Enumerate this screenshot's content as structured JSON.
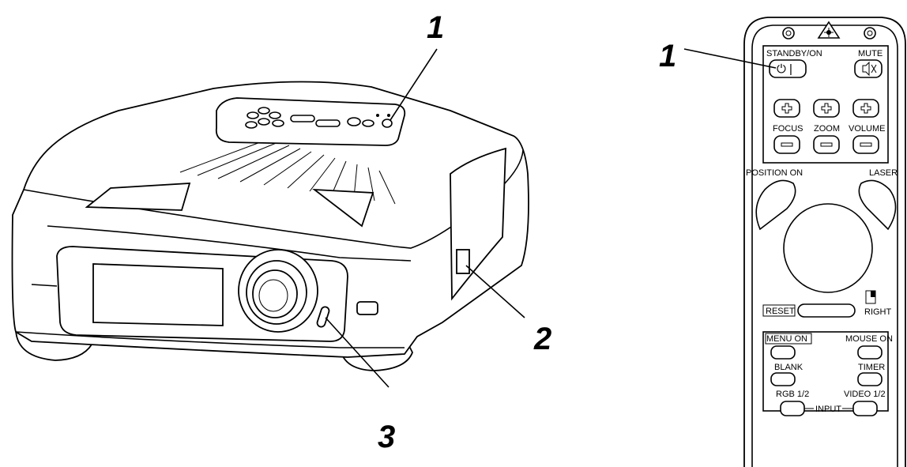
{
  "callouts": {
    "top_power": "1",
    "remote_power": "1",
    "side_sensor": "2",
    "front_sensor": "3"
  },
  "remote": {
    "standby_on": "STANDBY/ON",
    "standby_symbol": "⏻ |",
    "mute": "MUTE",
    "focus": "FOCUS",
    "zoom": "ZOOM",
    "volume": "VOLUME",
    "position_on": "POSITION ON",
    "laser": "LASER",
    "reset": "RESET",
    "right": "RIGHT",
    "menu_on": "MENU ON",
    "mouse_on": "MOUSE ON",
    "blank": "BLANK",
    "timer": "TIMER",
    "rgb": "RGB 1/2",
    "video": "VIDEO 1/2",
    "input": "INPUT"
  },
  "icons": [
    "laser-warning-icon",
    "power-icon",
    "speaker-mute-icon",
    "plus-icon",
    "minus-icon",
    "mouse-right-icon"
  ]
}
